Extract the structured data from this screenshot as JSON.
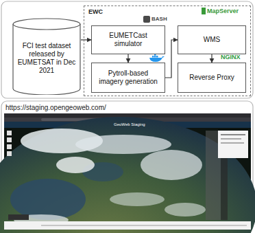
{
  "diagram": {
    "nodes": [
      {
        "text": [
          "FCI test dataset released by EUMETSAT in Dec 2021"
        ]
      },
      {
        "text": [
          "EWC"
        ]
      },
      {
        "text": [
          "EUMETCast simulator"
        ],
        "in": 1
      },
      {
        "text": [
          "Pytroll-based imagery generation"
        ],
        "in": 1
      },
      {
        "text": [
          "WMS"
        ],
        "in": 1
      },
      {
        "text": [
          "Reverse Proxy"
        ],
        "in": 1
      }
    ],
    "edges": [
      {
        "from": 0,
        "to": 2,
        "arrow": "to"
      },
      {
        "from": 2,
        "to": 3,
        "arrow": "to"
      },
      {
        "from": 3,
        "to": 4,
        "arrow": "to"
      },
      {
        "from": 4,
        "to": 5,
        "arrow": "to"
      }
    ],
    "labels": [
      "BASH",
      "MapServer",
      "NGINX",
      "https://staging.opengeoweb.com/",
      "GeoWeb Staging"
    ]
  }
}
